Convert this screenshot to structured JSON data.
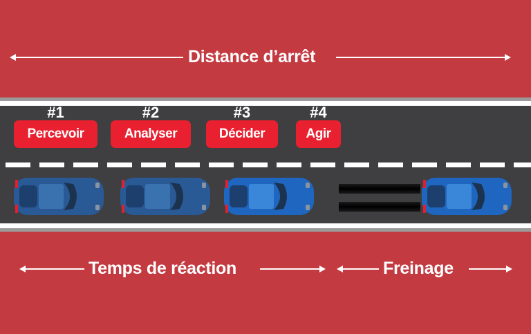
{
  "top": {
    "title": "Distance d’arrêt"
  },
  "steps": [
    {
      "number": "#1",
      "label": "Percevoir"
    },
    {
      "number": "#2",
      "label": "Analyser"
    },
    {
      "number": "#3",
      "label": "Décider"
    },
    {
      "number": "#4",
      "label": "Agir"
    }
  ],
  "bottom": {
    "reaction": "Temps de réaction",
    "braking": "Freinage"
  },
  "colors": {
    "background": "#c43a41",
    "road": "#3f3f41",
    "badge": "#e8202f",
    "car": "#2a6fc4"
  }
}
